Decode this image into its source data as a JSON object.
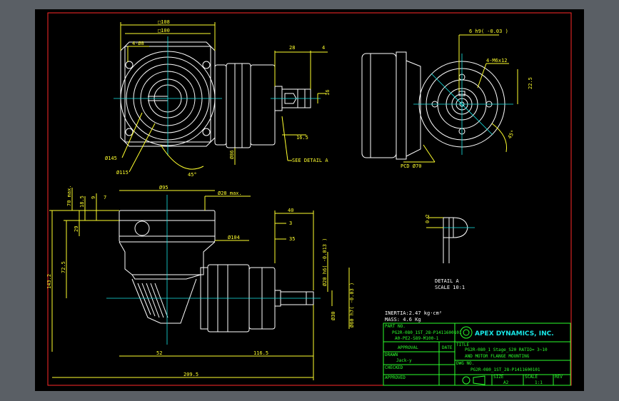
{
  "colors": {
    "background": "#000000",
    "frame": "#ff2a2a",
    "dimension": "#ffff2e",
    "part": "#ffffff",
    "center": "#18e6e6",
    "title": "#2cff2c"
  },
  "dims": {
    "sq108": "□108",
    "sq100": "□100",
    "holes4": "4-Ø8",
    "dia145": "Ø145",
    "dia115": "Ø115",
    "dia86": "Ø86",
    "angle45": "45°",
    "len28": "28",
    "len4": "4",
    "len16": "16",
    "len165": "16.5",
    "detail_ref": "SEE DETAIL A",
    "key_tol": "6 h9( -0.03 )",
    "tap": "4-M6x12",
    "len225": "22.5",
    "pcd": "PCD Ø70",
    "angle45b": "45°",
    "max70": "70 max.",
    "v185": "18.5",
    "v9": "9",
    "v7": "7",
    "dia95": "Ø95",
    "dia28": "Ø28 max.",
    "v29": "29",
    "v725": "72.5",
    "v1432": "143.2",
    "dia104": "Ø104",
    "v40": "40",
    "v3": "3",
    "v35": "35",
    "dia20": "Ø20 h6( -0.013 )",
    "dia30": "Ø30",
    "dia60": "Ø60 h7( -0.03 )",
    "v52": "52",
    "v1165": "116.5",
    "v2095": "209.5",
    "v02": "0.2"
  },
  "detail": {
    "title": "DETAIL A",
    "scale": "SCALE 10:1"
  },
  "notes": {
    "inertia": "INERTIA:2.47 kg·cm²",
    "mass": "MASS: 4.6 Kg"
  },
  "title_block": {
    "part_no_label": "PART NO.",
    "part_no_1": "PG2R-080_1ST_28-P1411600101",
    "part_no_2": "A0-PE2-S89-M100-1",
    "approval": "APPROVAL",
    "date": "DATE",
    "drawn": "DRAWN",
    "drawn_by": "Jack-y",
    "checked": "CHECKED",
    "approved": "APPROVED",
    "company": "APEX DYNAMICS, INC.",
    "title_label": "TITLE",
    "title_1": "PG2R-080_1 Stage_S20   RATIO= 3~10",
    "title_2": "AND MOTOR FLANGE MOUNTING",
    "dwg_no_label": "DWG NO.",
    "dwg_no": "PG2R-080_1ST_28-P1411600101",
    "size_label": "SIZE",
    "size": "A2",
    "scale_label": "SCALE",
    "scale": "1:1",
    "rev_label": "REV"
  }
}
